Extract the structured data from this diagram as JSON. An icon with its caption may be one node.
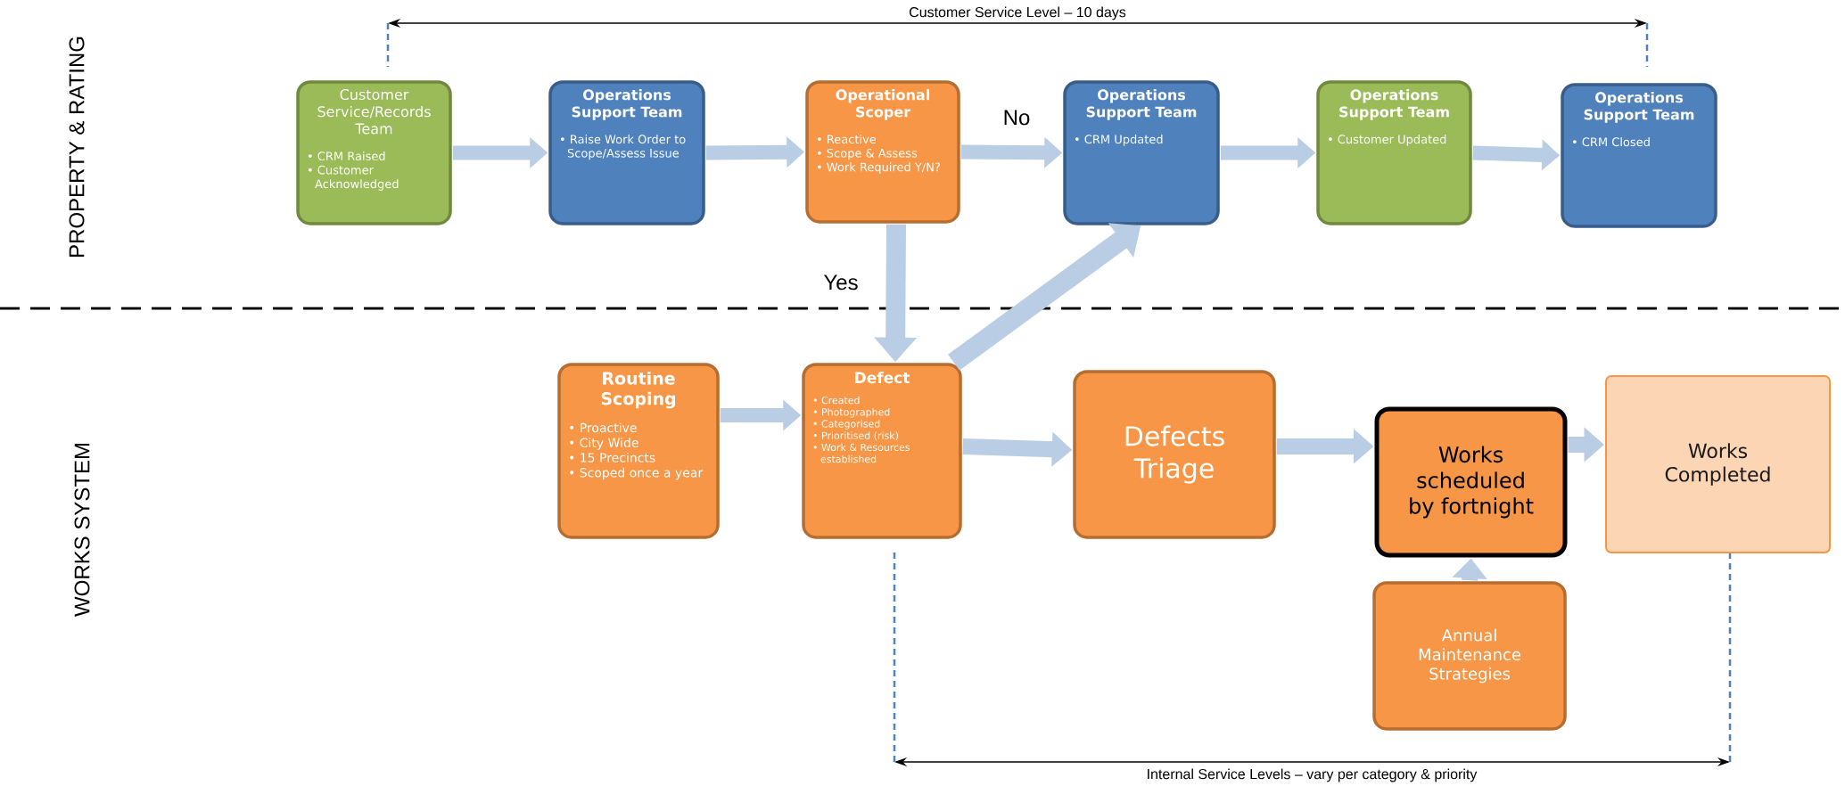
{
  "diagram": {
    "nodes": [
      {
        "text": [
          "Customer Service/Records Team",
          "• CRM Raised",
          "• Customer Acknowledged"
        ]
      },
      {
        "text": [
          "Operations Support Team",
          "• Raise Work Order to Scope/Assess Issue"
        ]
      },
      {
        "text": [
          "Operational Scoper",
          "• Reactive",
          "• Scope & Assess",
          "• Work Required Y/N?"
        ]
      },
      {
        "text": [
          "Operations Support Team",
          "• CRM Updated"
        ]
      },
      {
        "text": [
          "Operations Support Team",
          "• Customer Updated"
        ]
      },
      {
        "text": [
          "Operations Support Team",
          "• CRM Closed"
        ]
      },
      {
        "text": [
          "Routine Scoping",
          "• Proactive",
          "• City Wide",
          "• 15 Precincts",
          "• Scoped once a year"
        ]
      },
      {
        "text": [
          "Defect",
          "• Created",
          "• Photographed",
          "• Categorised",
          "• Prioritised (risk)",
          "• Work & Resources established"
        ]
      },
      {
        "text": [
          "Defects Triage"
        ]
      },
      {
        "text": [
          "Works scheduled by fortnight"
        ]
      },
      {
        "text": [
          "Works Completed"
        ]
      },
      {
        "text": [
          "Annual Maintenance Strategies"
        ]
      }
    ],
    "edges": [
      {
        "from": 0,
        "to": 1,
        "arrow": "to"
      },
      {
        "from": 1,
        "to": 2,
        "arrow": "to"
      },
      {
        "from": 2,
        "to": 3,
        "arrow": "to",
        "label": "No"
      },
      {
        "from": 3,
        "to": 4,
        "arrow": "to"
      },
      {
        "from": 4,
        "to": 5,
        "arrow": "to"
      },
      {
        "from": 2,
        "to": 7,
        "arrow": "to",
        "label": "Yes"
      },
      {
        "from": 7,
        "to": 3,
        "arrow": "to"
      },
      {
        "from": 6,
        "to": 7,
        "arrow": "to"
      },
      {
        "from": 7,
        "to": 8,
        "arrow": "to"
      },
      {
        "from": 8,
        "to": 9,
        "arrow": "to"
      },
      {
        "from": 9,
        "to": 10,
        "arrow": "to"
      },
      {
        "from": 11,
        "to": 9,
        "arrow": "to"
      }
    ],
    "labels": [
      "Customer Service Level – 10 days",
      "PROPERTY & RATING",
      "WORKS SYSTEM",
      "Internal Service Levels – vary per category & priority"
    ]
  }
}
